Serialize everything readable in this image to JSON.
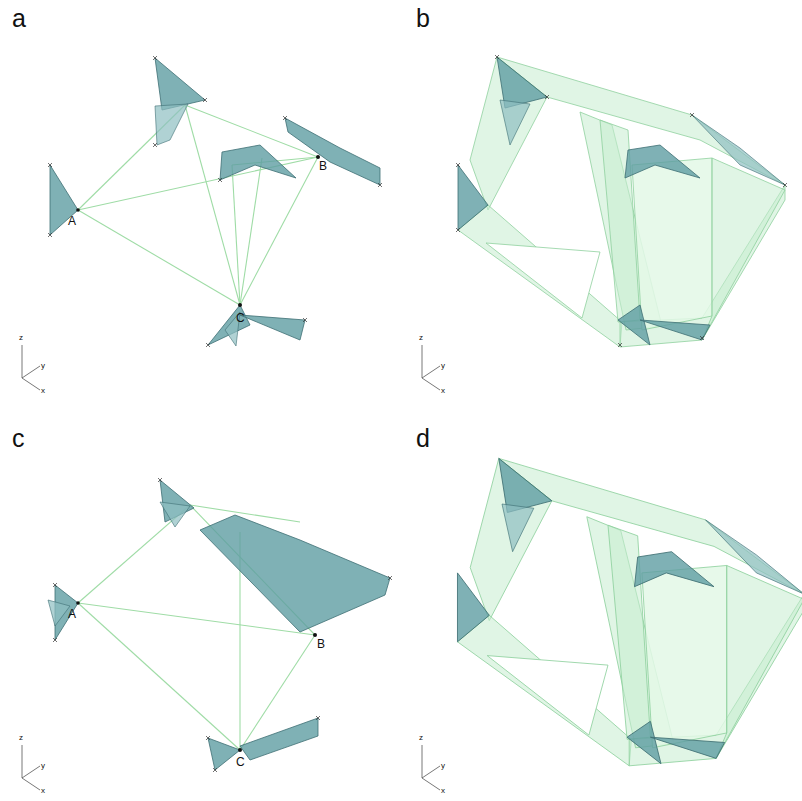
{
  "diagram": {
    "labels": [
      "a",
      "b",
      "c",
      "d",
      "A",
      "B",
      "C",
      "A",
      "B",
      "C",
      "z",
      "y",
      "x",
      "z",
      "y",
      "x",
      "z",
      "y",
      "x",
      "z",
      "y",
      "x"
    ]
  }
}
